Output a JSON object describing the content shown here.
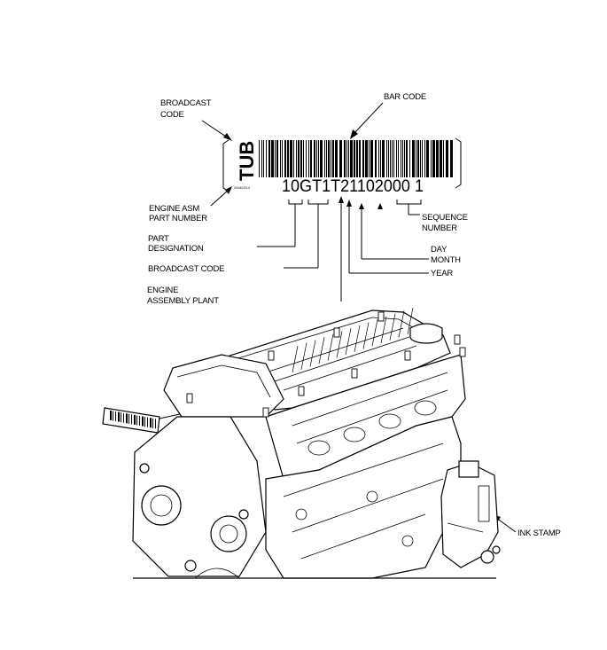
{
  "labels": {
    "broadcast_code_top_1": "BROADCAST",
    "broadcast_code_top_2": "CODE",
    "bar_code": "BAR CODE",
    "engine_asm_1": "ENGINE ASM",
    "engine_asm_2": "PART NUMBER",
    "part_designation_1": "PART",
    "part_designation_2": "DESIGNATION",
    "broadcast_code": "BROADCAST CODE",
    "engine_plant_1": "ENGINE",
    "engine_plant_2": "ASSEMBLY PLANT",
    "sequence_1": "SEQUENCE",
    "sequence_2": "NUMBER",
    "day": "DAY",
    "month": "MONTH",
    "year": "YEAR",
    "ink_stamp": "INK STAMP"
  },
  "tag": {
    "broadcast_letters": "TUB",
    "serial_code": "10GT1T21102000 1",
    "small_part_number": "24461314"
  }
}
